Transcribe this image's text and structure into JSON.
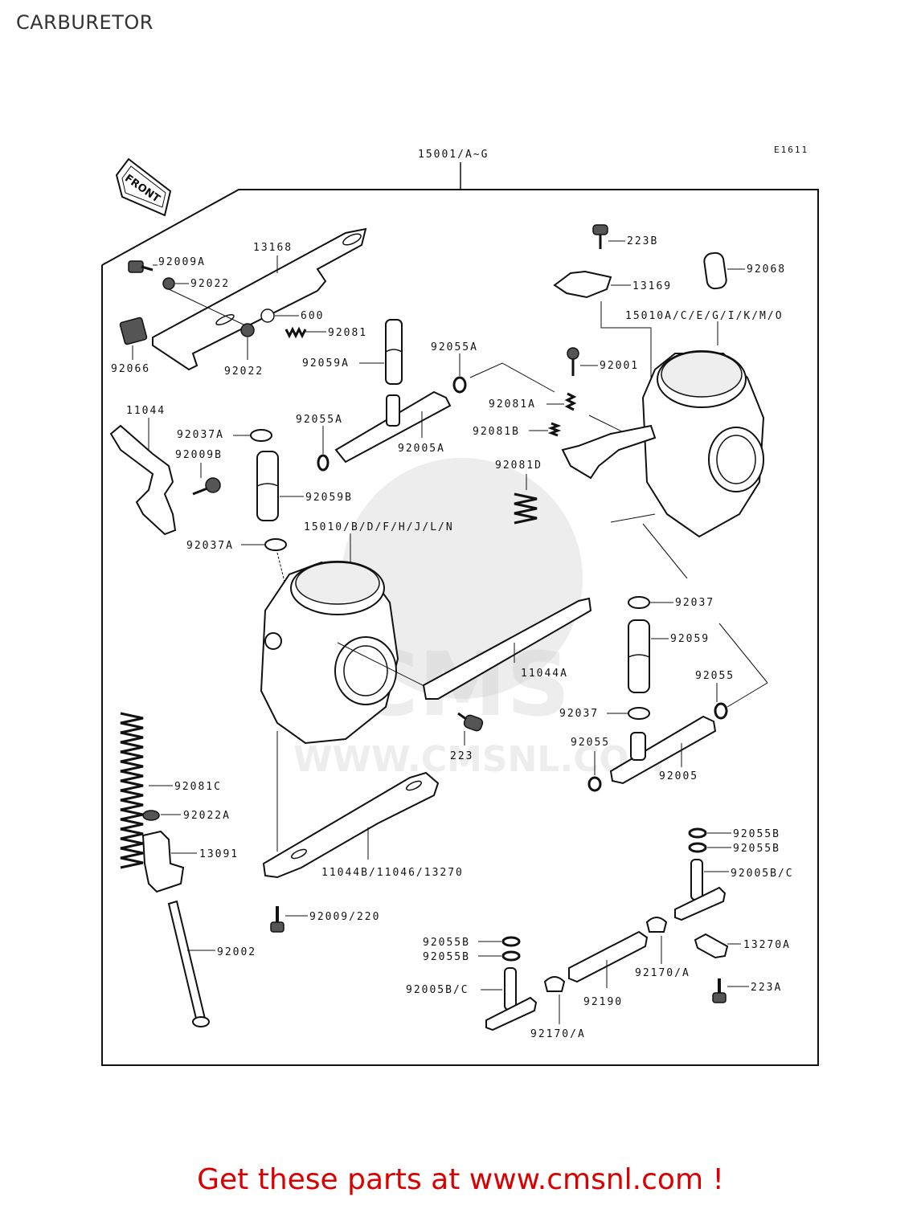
{
  "page": {
    "title": "CARBURETOR",
    "footer": "Get these parts at www.cmsnl.com !"
  },
  "diagram": {
    "code": "E1611",
    "front_arrow": "FRONT",
    "assembly_label": "15001/A~G",
    "watermark_site": "WWW.CMSNL.COM",
    "watermark_logo": "CMS",
    "labels": {
      "p13168": "13168",
      "p92009A": "92009A",
      "p92022_1": "92022",
      "p600": "600",
      "p92081": "92081",
      "p92066": "92066",
      "p92022_2": "92022",
      "p92059A": "92059A",
      "p92055A_1": "92055A",
      "p223B": "223B",
      "p13169": "13169",
      "p92068": "92068",
      "p15010A": "15010A/C/E/G/I/K/M/O",
      "p92001": "92001",
      "p92081A": "92081A",
      "p92081B": "92081B",
      "p92081D": "92081D",
      "p11044": "11044",
      "p92037A_1": "92037A",
      "p92055A_2": "92055A",
      "p92005A": "92005A",
      "p92009B": "92009B",
      "p92059B": "92059B",
      "p15010": "15010/B/D/F/H/J/L/N",
      "p92037A_2": "92037A",
      "p92037_1": "92037",
      "p92059": "92059",
      "p11044A": "11044A",
      "p92055_1": "92055",
      "p92037_2": "92037",
      "p92055_2": "92055",
      "p223": "223",
      "p92005": "92005",
      "p92081C": "92081C",
      "p92022A": "92022A",
      "p13091": "13091",
      "p11044B": "11044B/11046/13270",
      "p92055B_1": "92055B",
      "p92055B_2": "92055B",
      "p92005BC_1": "92005B/C",
      "p92009_220": "92009/220",
      "p13270A": "13270A",
      "p92002": "92002",
      "p92055B_3": "92055B",
      "p92055B_4": "92055B",
      "p92170A_1": "92170/A",
      "p92190": "92190",
      "p223A": "223A",
      "p92005BC_2": "92005B/C",
      "p92170A_2": "92170/A"
    }
  }
}
